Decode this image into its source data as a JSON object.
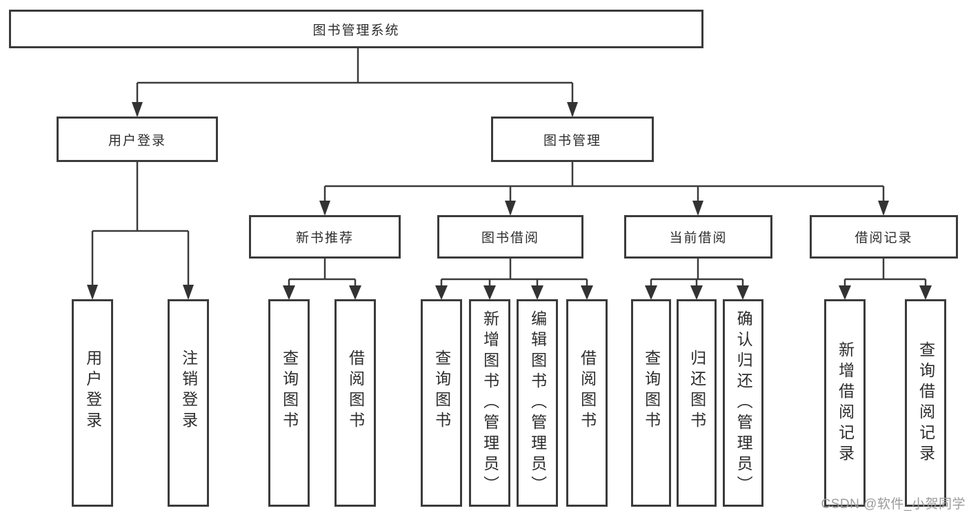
{
  "diagram_title": "图书管理系统",
  "colors": {
    "line": "#3b3b3b",
    "box_border": "#3b3b3b",
    "text": "#2d2d2d",
    "watermark": "#9b9b9b",
    "background": "#ffffff"
  },
  "nodes": {
    "root": "图书管理系统",
    "branches": [
      {
        "label": "用户登录",
        "parent": "图书管理系统"
      },
      {
        "label": "图书管理",
        "parent": "图书管理系统"
      }
    ],
    "modules": [
      {
        "label": "新书推荐",
        "parent": "图书管理"
      },
      {
        "label": "图书借阅",
        "parent": "图书管理"
      },
      {
        "label": "当前借阅",
        "parent": "图书管理"
      },
      {
        "label": "借阅记录",
        "parent": "图书管理"
      }
    ],
    "leaves": [
      {
        "label": "用户登录",
        "parent": "用户登录"
      },
      {
        "label": "注销登录",
        "parent": "用户登录"
      },
      {
        "label": "查询图书",
        "parent": "新书推荐"
      },
      {
        "label": "借阅图书",
        "parent": "新书推荐"
      },
      {
        "label": "查询图书",
        "parent": "图书借阅"
      },
      {
        "label": "新增图书（管理员）",
        "parent": "图书借阅"
      },
      {
        "label": "编辑图书（管理员）",
        "parent": "图书借阅"
      },
      {
        "label": "借阅图书",
        "parent": "图书借阅"
      },
      {
        "label": "查询图书",
        "parent": "当前借阅"
      },
      {
        "label": "归还图书",
        "parent": "当前借阅"
      },
      {
        "label": "确认归还（管理员）",
        "parent": "当前借阅"
      },
      {
        "label": "新增借阅记录",
        "parent": "借阅记录"
      },
      {
        "label": "查询借阅记录",
        "parent": "借阅记录"
      }
    ]
  },
  "watermark": "CSDN @软件_小贺同学"
}
